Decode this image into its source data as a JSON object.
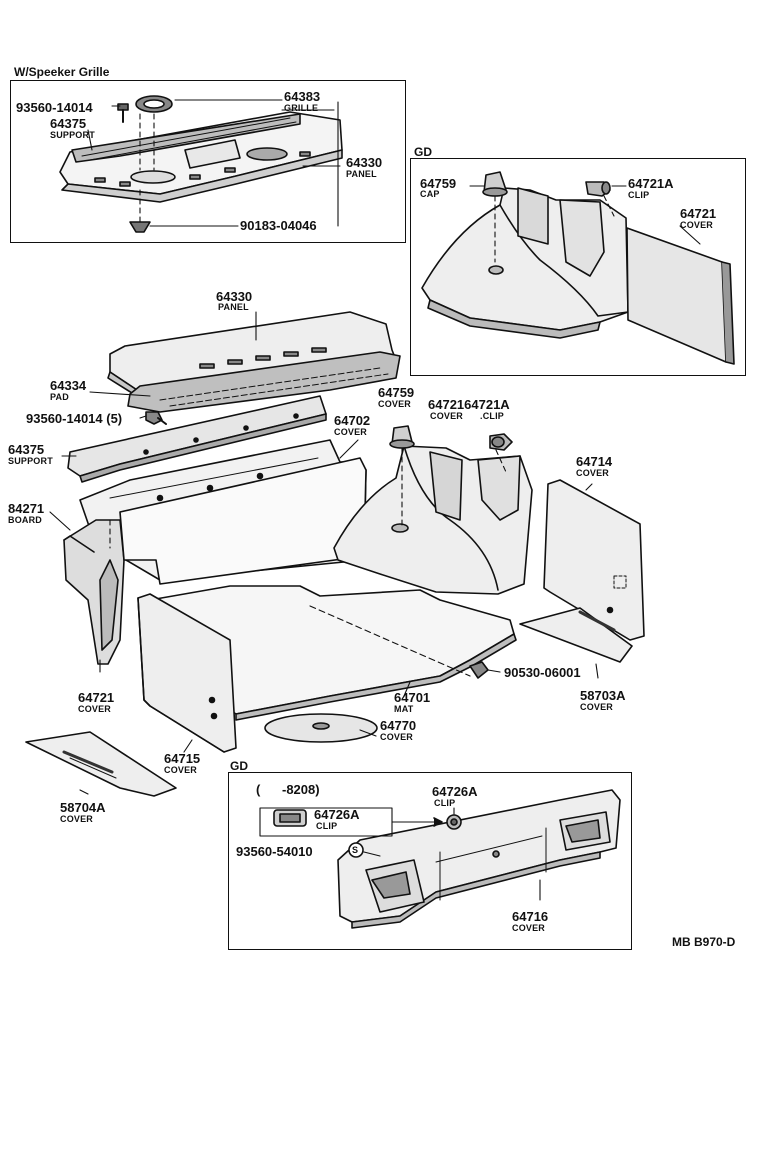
{
  "top_box": {
    "heading": "W/Speeker Grille",
    "p93560": "93560-14014",
    "p64375": "64375",
    "p64375_name": "SUPPORT",
    "p64383": "64383",
    "p64383_name": "GRILLE",
    "p64330": "64330",
    "p64330_name": "PANEL",
    "p90183": "90183-04046"
  },
  "gd_top_box": {
    "heading": "GD",
    "p64759": "64759",
    "p64759_name": "CAP",
    "p64721A": "64721A",
    "p64721A_name": "CLIP",
    "p64721": "64721",
    "p64721_name": "COVER"
  },
  "main": {
    "p64330": "64330",
    "p64330_name": "PANEL",
    "p64334": "64334",
    "p64334_name": "PAD",
    "p93560": "93560-14014 (5)",
    "p64375": "64375",
    "p64375_name": "SUPPORT",
    "p84271": "84271",
    "p84271_name": "BOARD",
    "p64759": "64759",
    "p64759_name": "COVER",
    "p64721_64721A": "6472164721A",
    "p64721_name": "COVER",
    "p64721A_name": ".CLIP",
    "p64702": "64702",
    "p64702_name": "COVER",
    "p64714": "64714",
    "p64714_name": "COVER",
    "p64721L": "64721",
    "p64721L_name": "COVER",
    "p64701": "64701",
    "p64701_name": "MAT",
    "p90530": "90530-06001",
    "p58703A": "58703A",
    "p58703A_name": "COVER",
    "p64770": "64770",
    "p64770_name": "COVER",
    "p64715": "64715",
    "p64715_name": "COVER",
    "p58704A": "58704A",
    "p58704A_name": "COVER"
  },
  "gd_bottom_box": {
    "heading": "GD",
    "range": "(      -8208)",
    "p64726A_inner": "64726A",
    "p64726A_inner_name": "CLIP",
    "p64726A": "64726A",
    "p64726A_name": "CLIP",
    "p93560": "93560-54010",
    "s_mark": "S",
    "p64716": "64716",
    "p64716_name": "COVER"
  },
  "footer": {
    "code": "MB B970-D"
  }
}
